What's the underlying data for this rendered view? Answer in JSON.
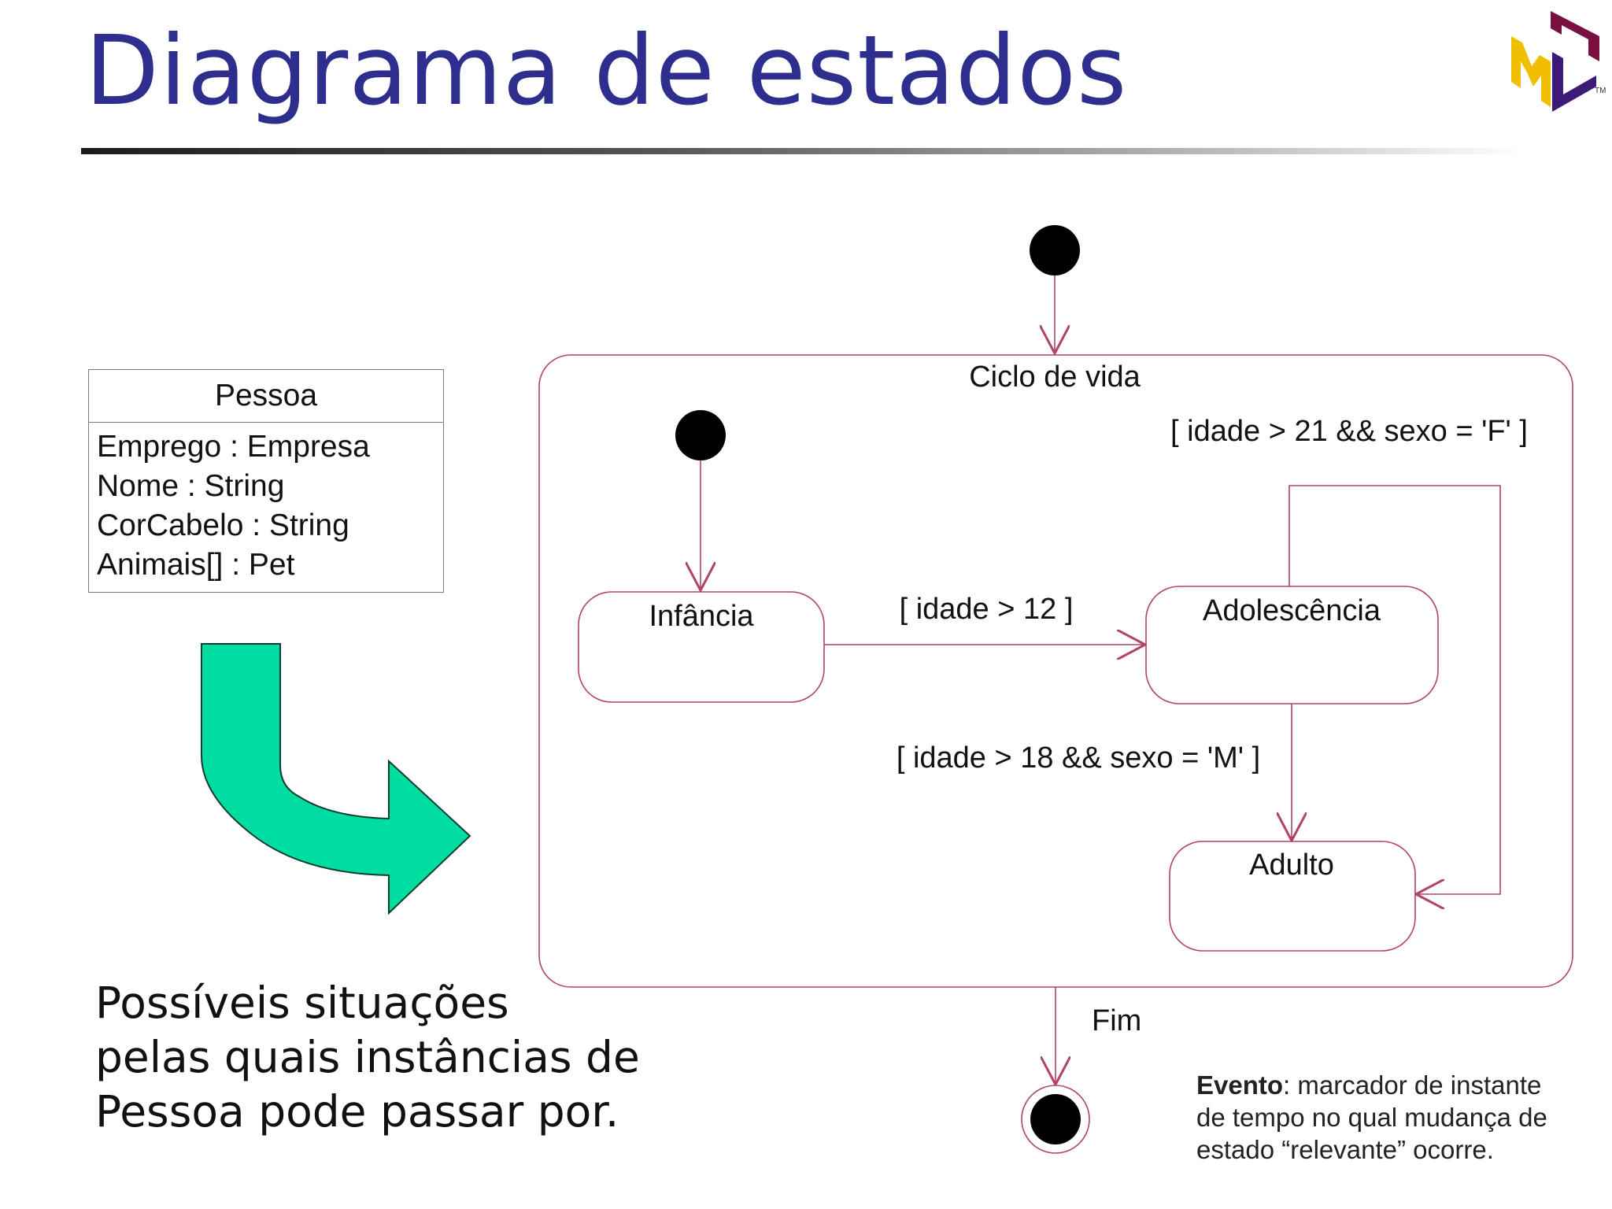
{
  "header": {
    "title": "Diagrama de estados",
    "logo": {
      "letters": "UML",
      "trademark": "TM",
      "colors": {
        "U": "#7a1040",
        "M": "#f0c000",
        "L": "#3c1a78"
      }
    }
  },
  "class_box": {
    "name": "Pessoa",
    "attributes": [
      "Emprego : Empresa",
      "Nome : String",
      "CorCabelo : String",
      "Animais[] : Pet"
    ]
  },
  "caption": {
    "lines": [
      "Possíveis situações",
      "pelas quais instâncias de",
      "Pessoa pode passar por."
    ]
  },
  "state_diagram": {
    "composite_state": "Ciclo de vida",
    "states": {
      "infancia": "Infância",
      "adolescencia": "Adolescência",
      "adulto": "Adulto"
    },
    "transitions": {
      "infancia_to_adolescencia": "[ idade > 12 ]",
      "adolescencia_to_adulto_m": "[ idade > 18 && sexo = 'M' ]",
      "adolescencia_to_adulto_f": "[ idade > 21 && sexo = 'F' ]",
      "end_label": "Fim"
    }
  },
  "note": {
    "term": "Evento",
    "separator": ":",
    "lines": [
      " marcador de instante",
      "de tempo no qual mudança de",
      "estado “relevante” ocorre."
    ]
  },
  "colors": {
    "title": "#2e2e8f",
    "line": "#b0436c",
    "green_arrow": "#00dda2"
  }
}
